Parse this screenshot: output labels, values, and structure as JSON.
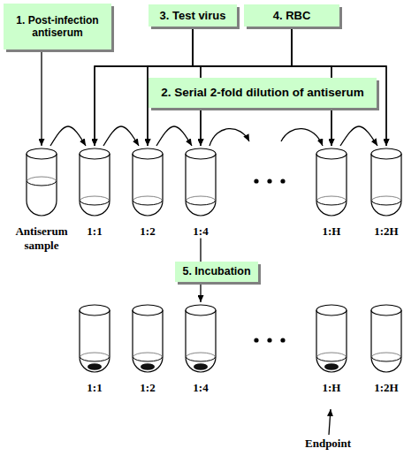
{
  "diagram": {
    "nodes": [
      {
        "text": [
          "1. Post-infection antiserum"
        ]
      },
      {
        "text": [
          "3. Test virus"
        ]
      },
      {
        "text": [
          "4. RBC"
        ]
      },
      {
        "text": [
          "2. Serial 2-fold dilution of antiserum"
        ]
      },
      {
        "text": [
          "Antiserum sample"
        ]
      },
      {
        "text": [
          "1:1"
        ]
      },
      {
        "text": [
          "1:2"
        ]
      },
      {
        "text": [
          "1:4"
        ]
      },
      {
        "text": [
          "1:H"
        ]
      },
      {
        "text": [
          "1:2H"
        ]
      },
      {
        "text": [
          "5. Incubation"
        ]
      },
      {
        "text": [
          "1:1"
        ]
      },
      {
        "text": [
          "1:2"
        ]
      },
      {
        "text": [
          "1:4"
        ]
      },
      {
        "text": [
          "1:H"
        ]
      },
      {
        "text": [
          "1:2H"
        ]
      }
    ],
    "edges": [
      {
        "from": 0,
        "to": 4,
        "arrow": "to"
      },
      {
        "from": 1,
        "to": 5,
        "arrow": "to"
      },
      {
        "from": 1,
        "to": 6,
        "arrow": "to"
      },
      {
        "from": 1,
        "to": 7,
        "arrow": "to"
      },
      {
        "from": 1,
        "to": 8,
        "arrow": "to"
      },
      {
        "from": 1,
        "to": 9,
        "arrow": "to"
      },
      {
        "from": 2,
        "to": 5,
        "arrow": "to"
      },
      {
        "from": 2,
        "to": 6,
        "arrow": "to"
      },
      {
        "from": 2,
        "to": 7,
        "arrow": "to"
      },
      {
        "from": 2,
        "to": 8,
        "arrow": "to"
      },
      {
        "from": 2,
        "to": 9,
        "arrow": "to"
      },
      {
        "from": 4,
        "to": 5,
        "arrow": "to"
      },
      {
        "from": 5,
        "to": 6,
        "arrow": "to"
      },
      {
        "from": 6,
        "to": 7,
        "arrow": "to"
      },
      {
        "from": 8,
        "to": 9,
        "arrow": "to"
      },
      {
        "from": 7,
        "to": 13,
        "arrow": "to"
      }
    ],
    "labels": [
      "Endpoint"
    ]
  }
}
